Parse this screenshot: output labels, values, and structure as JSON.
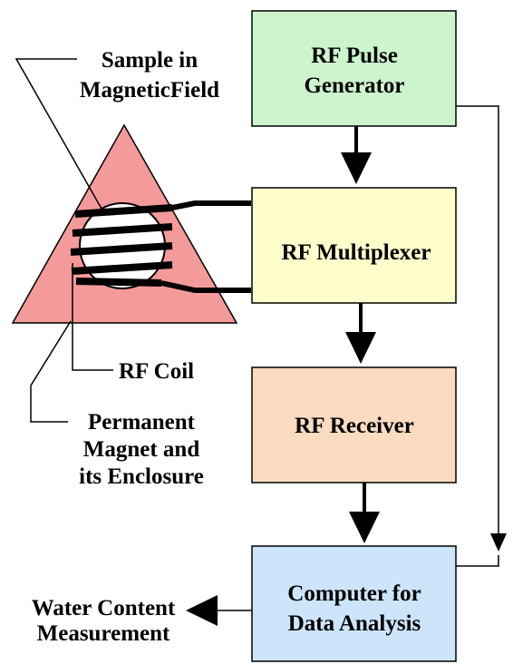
{
  "blocks": {
    "pulse_generator": {
      "line1": "RF Pulse",
      "line2": "Generator",
      "color": "#cdf5cd"
    },
    "multiplexer": {
      "label": "RF Multiplexer",
      "color": "#ffffcc"
    },
    "receiver": {
      "label": "RF Receiver",
      "color": "#fbdcc0"
    },
    "computer": {
      "line1": "Computer for",
      "line2": "Data Analysis",
      "color": "#cce5fa"
    }
  },
  "labels": {
    "sample": {
      "line1": "Sample in",
      "line2": "MagneticField"
    },
    "rf_coil": "RF Coil",
    "magnet": {
      "line1": "Permanent",
      "line2": "Magnet and",
      "line3": "its Enclosure"
    },
    "output": {
      "line1": "Water Content",
      "line2": "Measurement"
    }
  },
  "colors": {
    "magnet": "#f49a9a",
    "sample": "#ffffff",
    "stroke": "#000000"
  }
}
